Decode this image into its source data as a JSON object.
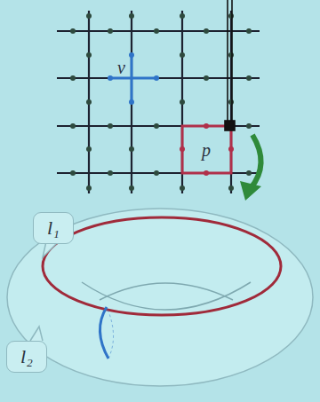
{
  "diagram": {
    "nodes": [
      {
        "text": [
          "l₁"
        ]
      },
      {
        "text": [
          "l₂"
        ]
      }
    ],
    "labels": [
      "v",
      "p"
    ]
  }
}
